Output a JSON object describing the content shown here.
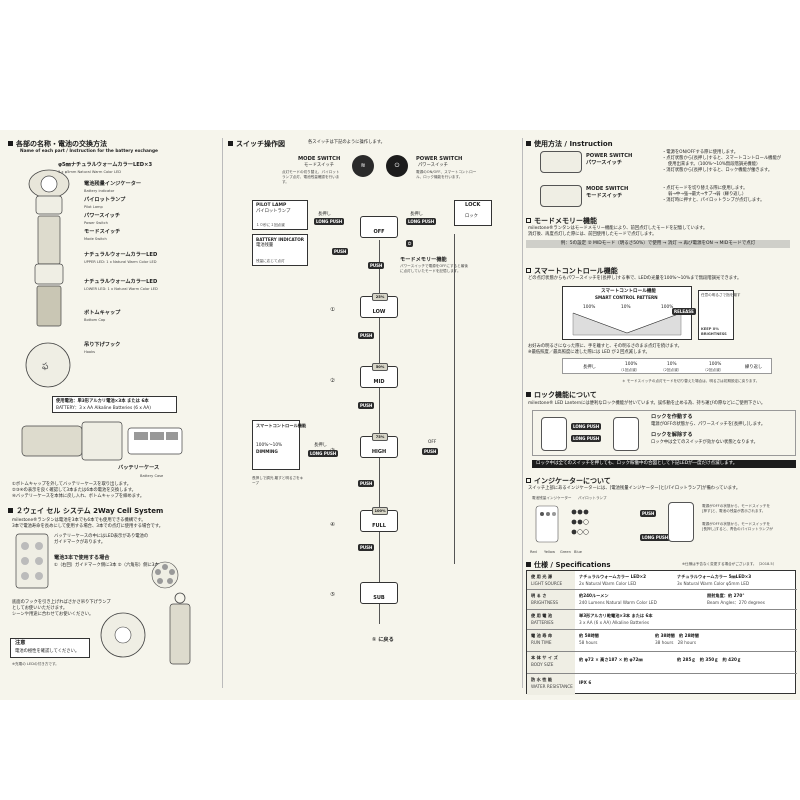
{
  "left": {
    "section_title": "各部の名称・電池の交換方法",
    "section_subtitle": "Name of each part / Instruction for the battery exchange",
    "parts": [
      {
        "jp": "φ5㎜ナチュラルウォームカラーLED×3",
        "en": "3 x φ5mm Natural Warm Color LED"
      },
      {
        "jp": "電池残量インジケーター",
        "en": "Battery indicator"
      },
      {
        "jp": "パイロットランプ",
        "en": "Pilot Lamp"
      },
      {
        "jp": "パワースイッチ",
        "en": "Power Switch"
      },
      {
        "jp": "モードスイッチ",
        "en": "Mode Switch"
      },
      {
        "jp": "ナチュラルウォームカラーLED",
        "en": "UPPER LED: 1 x Natural Warm Color LED"
      },
      {
        "jp": "ナチュラルウォームカラーLED",
        "en": "LOWER LED: 1 x Natural Warm Color LED"
      },
      {
        "jp": "ボトムキャップ",
        "en": "Bottom Cap"
      },
      {
        "jp": "吊り下げフック",
        "en": "Hooks"
      }
    ],
    "battery_jp": "使用電池：単3形アルカリ電池×3本 または 6本",
    "battery_en": "BATTERY：3 x AA Alkaline Batteries (6 x AA)",
    "battery_case": "バッテリーケース",
    "battery_case_en": "Battery Case",
    "steps": [
      "①ボトムキャップを外してバッテリーケースを取り出します。",
      "②③④の表示を良く確認して3本または6本の電池を交換します。",
      "④バッテリーケースを本体に戻し入れ、ボトムキャップを締めます。"
    ],
    "twoway_title": "２ウェイ セル システム",
    "twoway_en": "2Way Cell System",
    "twoway_desc": [
      "milestone®ランタンは電池を3本でも6本でも使用できる機構です。",
      "3本で電池寿命を長めにして使用する場合、3本での点灯に使用する場合です。"
    ],
    "case_note": "バッテリーケースの中にはLED表示があり電池の",
    "case_note2": "ガイドマークがあります。",
    "three_title": "電池3本で使用する場合",
    "three_desc": "①（右回）ガイドマーク側に3本 ②（六角形）側に3本",
    "hook_desc": [
      "底面のフックを引き上げればさかさ吊り下げランプ",
      "としてお使いいただけます。",
      "シーンや用途に合わせてお使いください。"
    ],
    "caution_title": "注意",
    "caution_desc": "電池の極性を確認してください。",
    "note": "※充電の LEDの付き方です。"
  },
  "middle": {
    "section_title": "スイッチ操作図",
    "section_note": "各スイッチは下記のように操作します。",
    "mode_switch_en": "MODE SWITCH",
    "mode_switch_jp": "モードスイッチ",
    "mode_switch_desc": "点灯モードの切り替え、パイロットランプ点灯、電池残量確認を行います。",
    "power_switch_en": "POWER SWITCH",
    "power_switch_jp": "パワースイッチ",
    "power_switch_desc": "電源のON/OFF、スマートコントロール、ロック機能を行います。",
    "pilot_en": "PILOT LAMP",
    "pilot_jp": "パイロットランプ",
    "pilot_note": "１０秒に１回点滅",
    "battery_indicator_en": "BATTERY INDICATOR",
    "battery_indicator_jp": "電池残量",
    "battery_indicator_note": "残量に応じて点灯",
    "long_push_jp": "長押し",
    "long_push": "LONG PUSH",
    "push": "PUSH",
    "lock_jp": "ロック",
    "lock": "LOCK",
    "mode_memory": "モードメモリー機能",
    "mode_memory_desc": "パワースイッチで電源をOFFにすると最後に点灯していたモードを記憶します。",
    "modes": [
      "OFF",
      "LOW",
      "MID",
      "HIGH",
      "FULL",
      "SUB"
    ],
    "mode_levels": [
      "",
      "25%",
      "50%",
      "75%",
      "100%",
      ""
    ],
    "step_numbers": [
      "①",
      "②",
      "③",
      "④",
      "⑤"
    ],
    "back_to_one": "① に戻る",
    "smart_title": "スマートコントロール機能",
    "smart_range": "100%〜10%",
    "smart_dimming": "DIMMING",
    "smart_desc": "長押しで調光 離すと明るさをキープ",
    "off_label": "OFF",
    "power_mark": "⏻"
  },
  "right": {
    "usage_title": "使用方法",
    "usage_en": "Instruction",
    "power_switch_en": "POWER SWITCH",
    "power_switch_jp": "パワースイッチ",
    "power_desc": [
      "・電源をON/OFFする際に使用します。",
      "・点灯状態から[長押し]すると、スマートコントロール機能が",
      "使用出来ます。（100%〜10%無段階調光機能）",
      "・消灯状態から[長押し]すると、ロック機能が働きます。"
    ],
    "mode_switch_en": "MODE SWITCH",
    "mode_switch_jp": "モードスイッチ",
    "mode_desc": [
      "・点灯モードを切り替える際に使用します。",
      "弱→中→強→最大→サブ→弱（繰り返し）",
      "・消灯時に押すと、パイロットランプが点灯します。"
    ],
    "memory_title": "モードメモリー機能",
    "memory_desc": "milestone®ランタンはモードメモリー機能により、前回点灯したモードを記憶しています。",
    "memory_desc2": "消灯後、再度点灯した際には、前回使用したモードで点灯します。",
    "memory_example": "例：5の設定 ② MIDモード（明るさ50%）で使用 → 消灯 → 再び電源をON → MIDモードで点灯",
    "smart_title": "スマートコントロール機能",
    "smart_desc": "どの点灯状態からもパワースイッチを[長押し]する事で、LEDの光量を100%〜10%まで無段階調光できます。",
    "smart_pattern": "スマートコントロール機能",
    "smart_pattern_en": "SMART CONTROL PATTERN",
    "smart_levels": [
      "100%",
      "10%",
      "100%"
    ],
    "release": "RELEASE",
    "keep": "KEEP X% BRIGHTNESS",
    "keep_jp": "任意の明るさで指を離す",
    "smart_note": "お好みの明るさになった際に、手を離すと、その明るさのまま点灯を続けます。",
    "smart_note2": "※最低照度／最高照度に達した際には LED が２回点滅します。",
    "smart_seq": [
      "長押し",
      "100%",
      "10%",
      "100%",
      "繰り返し"
    ],
    "smart_seq_notes": [
      "（1回点滅）",
      "（2回点滅）",
      "（2回点滅）"
    ],
    "smart_mode_note": "＊ モードスイッチの点灯モードを切り替えた場合は、明るさは初期設定に戻ります。",
    "lock_title": "ロック機能について",
    "lock_desc": "milestone® LED Lanternには便利なロック機能が付いています。誤作動を止める為、持ち運びの際などにご使用下さい。",
    "lock_set": "ロックを作動する",
    "lock_set_desc": "電源がOFFの状態から、パワースイッチを[長押し]します。",
    "lock_release": "ロックを解除する",
    "lock_release_desc": "ロック中は全てのスイッチが効かない状態となります。",
    "lock_bar": "ロック中は全てのスイッチを押しても、ロック稼働中の合図として下記LEDが一度だけ点滅します。",
    "indicator_title": "インジケーターについて",
    "indicator_desc": "スイッチ上部にあるインジケーターには、[電池残量インジケーター]と[パイロットランプ]が備わっています。",
    "indicator_labels": [
      "電池残量インジケーター",
      "パイロットランプ"
    ],
    "indicator_colors": [
      "Red",
      "Yellow",
      "Green",
      "Blue"
    ],
    "indicator_notes": [
      "電源がOFFの状態から、モードスイッチを",
      "[押す]と、電池の残量が表示されます。",
      "電源がOFFの状態から、モードスイッチを",
      "[長押し]すると、青色のパイロットランプが"
    ],
    "push": "PUSH",
    "long_push": "LONG PUSH",
    "spec_title": "仕様",
    "spec_en": "Specifications",
    "spec_rows": [
      {
        "label": "使 用 光 源",
        "label_en": "LIGHT SOURCE",
        "v1": "ナチュラルウォームカラー LED×2",
        "v1_en": "2x Natural Warm Color LED",
        "v2": "ナチュラルウォームカラー 5㎜LED×3",
        "v2_en": "3x Natural Warm Color φ5mm LED"
      },
      {
        "label": "明 る さ",
        "label_en": "BRIGHTNESS",
        "v1": "約240ルーメン",
        "v1_en": "240 Lumens Natural Warm Color LED",
        "v2": "照射角度：約 270°",
        "v2_en": "Beam Angles：270 degrees"
      },
      {
        "label": "使 用 電 池",
        "label_en": "BATTERIES",
        "v1": "単3形アルカリ乾電池×3本 または 6本",
        "v1_en": "3 x AA (6 x AA) Alkaline Batteries",
        "v2": "",
        "v2_en": ""
      },
      {
        "label": "電 池 寿 命",
        "label_en": "RUN TIME",
        "v1": "約 58時間",
        "v1_en": "58 hours",
        "v2": "約 38時間　約 28時間",
        "v2_en": "38 hours　28 hours"
      },
      {
        "label": "本 体 サ イ ズ",
        "label_en": "BODY SIZE",
        "v1": "約 φ72 × 高さ187 × 約 φ72㎜",
        "v1_en": "",
        "v2": "約 285ｇ　約 350ｇ　約 420ｇ",
        "v2_en": ""
      },
      {
        "label": "防 水 性 能",
        "label_en": "WATER RESISTANCE",
        "v1": "IPX 6",
        "v1_en": "",
        "v2": "",
        "v2_en": ""
      }
    ],
    "spec_note": "※仕様は予告なく変更する場合がございます。（2018.5）"
  },
  "colors": {
    "paper": "#f6f5ec",
    "ink": "#1a1a1a",
    "dark": "#1c1c1c",
    "lamp": "#c9c6b4"
  }
}
